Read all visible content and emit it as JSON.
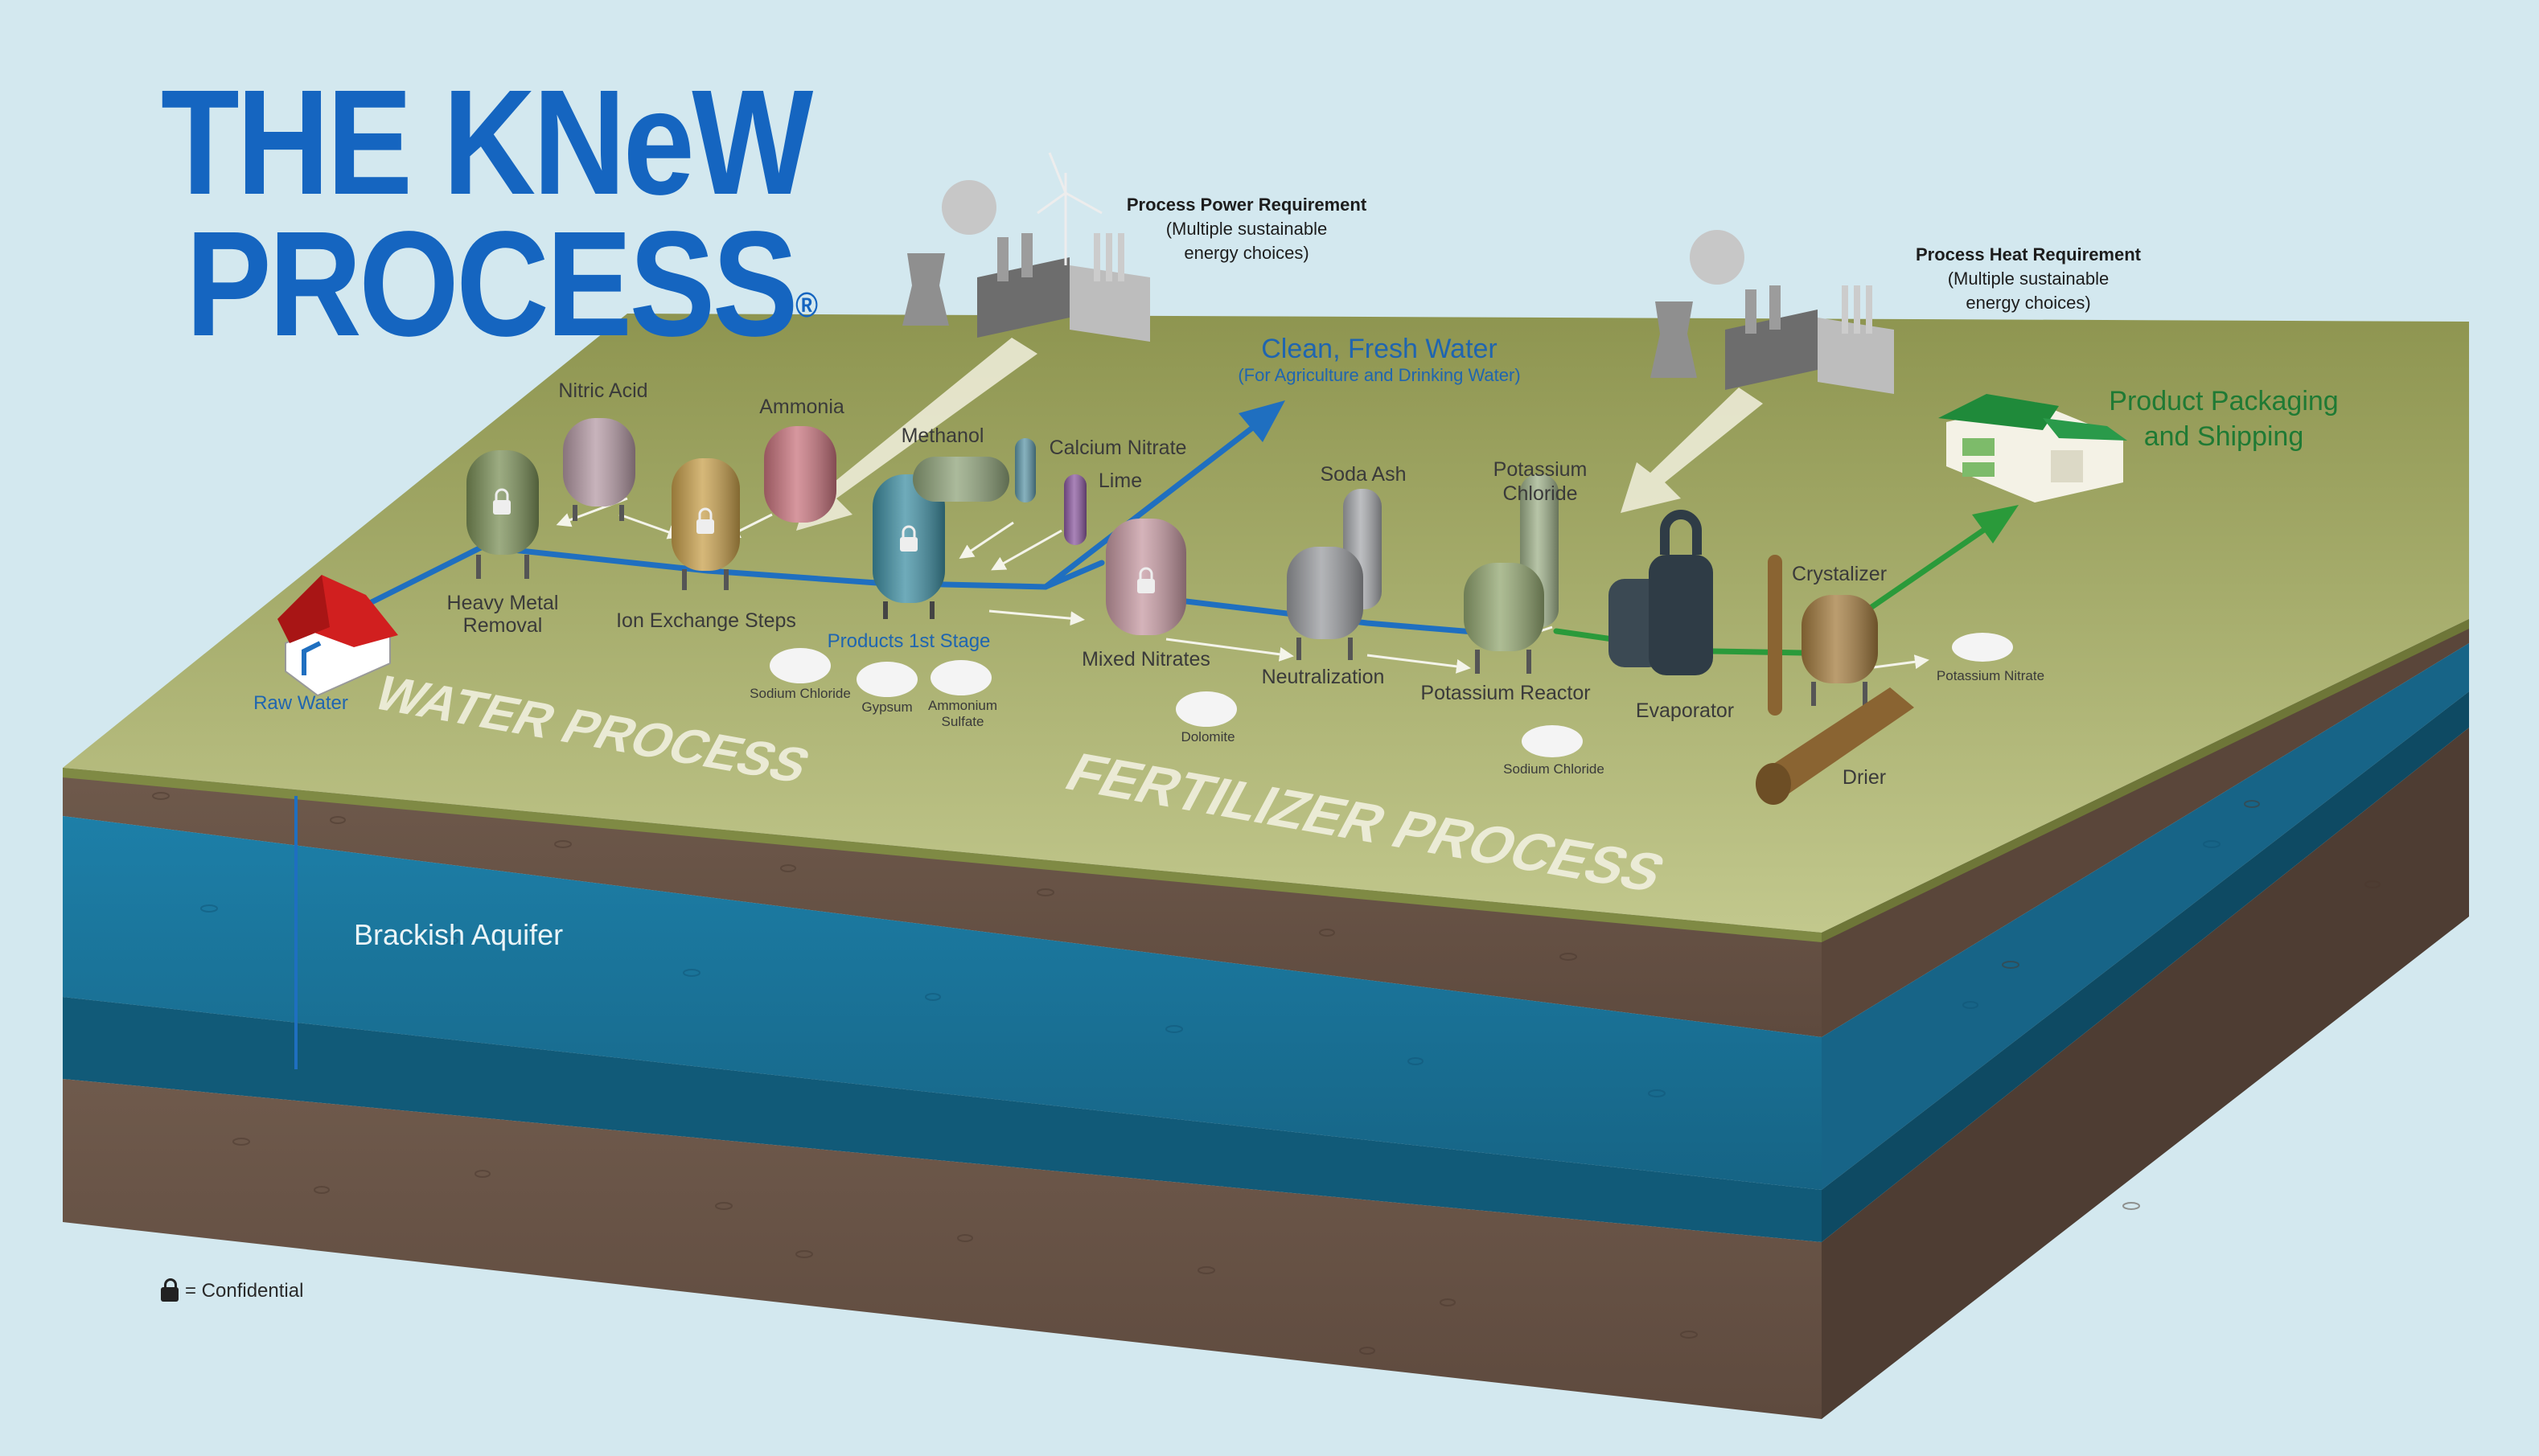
{
  "title": {
    "line1": "THE KNeW",
    "line2": "PROCESS",
    "mark": "®"
  },
  "sections": {
    "water": "WATER PROCESS",
    "fertilizer": "FERTILIZER PROCESS"
  },
  "energy": {
    "power_title": "Process Power Requirement",
    "power_sub1": "(Multiple sustainable",
    "power_sub2": "energy choices)",
    "heat_title": "Process Heat Requirement",
    "heat_sub1": "(Multiple sustainable",
    "heat_sub2": "energy choices)"
  },
  "outputs": {
    "fresh_water": "Clean, Fresh Water",
    "fresh_water_sub": "(For Agriculture and Drinking Water)",
    "packaging_1": "Product Packaging",
    "packaging_2": "and Shipping"
  },
  "equipment": {
    "raw_water": "Raw Water",
    "heavy_metal_1": "Heavy Metal",
    "heavy_metal_2": "Removal",
    "nitric_acid": "Nitric Acid",
    "ion_exchange": "Ion Exchange Steps",
    "ammonia": "Ammonia",
    "products_1st": "Products 1st Stage",
    "methanol": "Methanol",
    "calcium_nitrate": "Calcium Nitrate",
    "lime": "Lime",
    "mixed_nitrates": "Mixed Nitrates",
    "soda_ash": "Soda Ash",
    "neutralization": "Neutralization",
    "potassium_chloride_1": "Potassium",
    "potassium_chloride_2": "Chloride",
    "potassium_reactor": "Potassium Reactor",
    "evaporator": "Evaporator",
    "crystalizer": "Crystalizer",
    "drier": "Drier"
  },
  "byproducts": {
    "sodium_chloride": "Sodium Chloride",
    "gypsum": "Gypsum",
    "ammonium_1": "Ammonium",
    "ammonium_2": "Sulfate",
    "dolomite": "Dolomite",
    "sodium_chloride_2": "Sodium Chloride",
    "potassium_nitrate": "Potassium Nitrate"
  },
  "aquifer": "Brackish Aquifer",
  "legend": "= Confidential",
  "colors": {
    "title_blue": "#1565c0",
    "background": "#d3e8ef",
    "ground": "#a9b070",
    "water_line": "#1f6fc0",
    "product_line": "#2a9a3a",
    "aquifer": "#1a6a8e",
    "soil": "#6e5648"
  }
}
